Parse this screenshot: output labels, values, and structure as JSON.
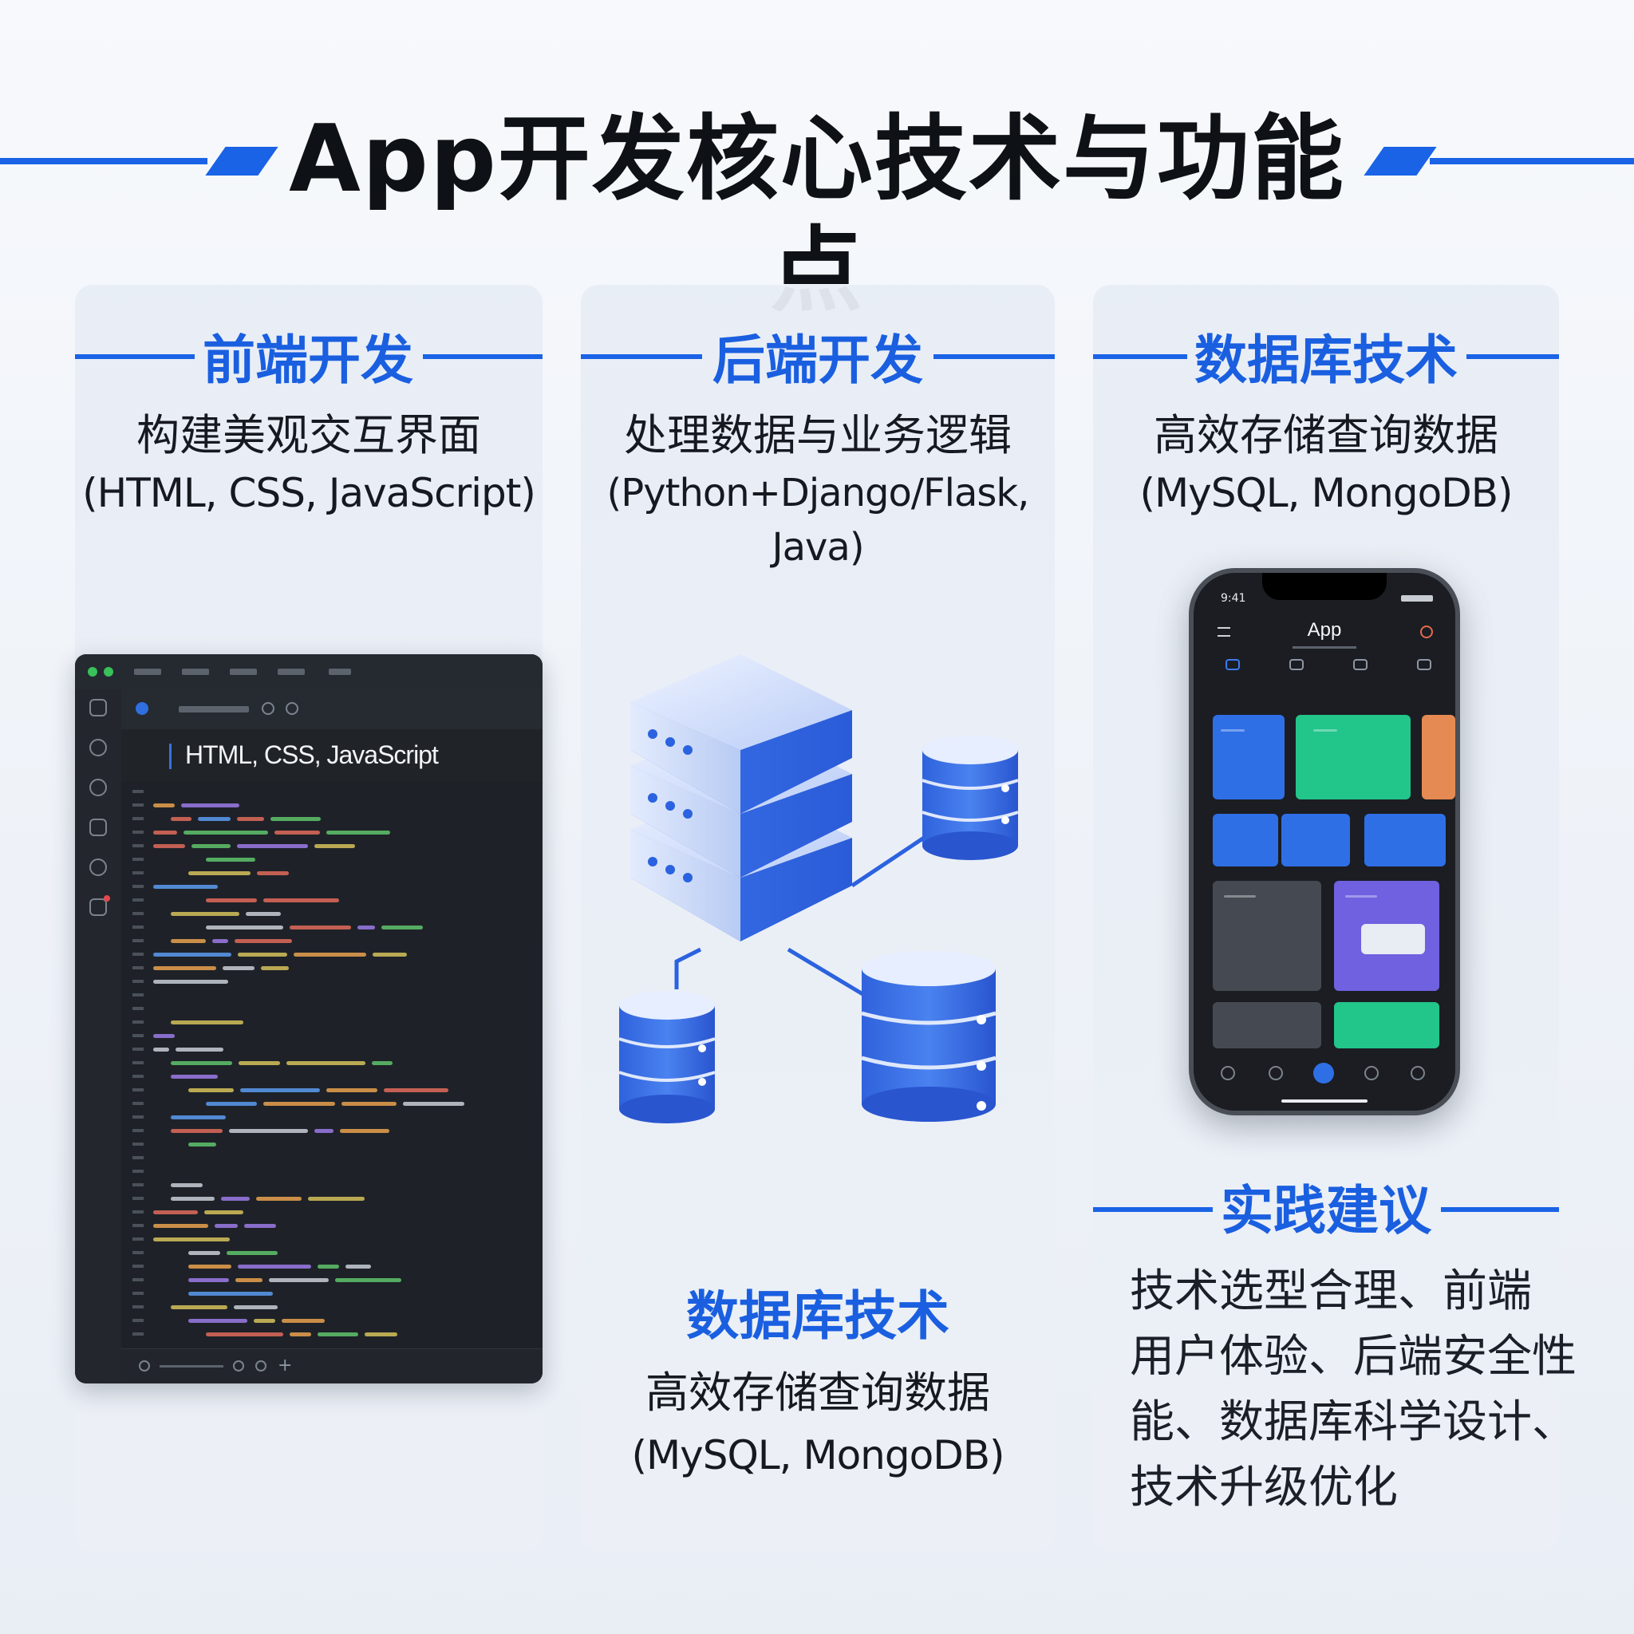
{
  "header": {
    "title": "App开发核心技术与功能点",
    "accent_color": "#1a63e6"
  },
  "frontend": {
    "title": "前端开发",
    "subtitle": "构建美观交互界面",
    "tech": "(HTML, CSS, JavaScript)",
    "editor": {
      "title": "HTML, CSS, JavaScript",
      "icon": "code-editor-illustration"
    }
  },
  "backend": {
    "title": "后端开发",
    "subtitle": "处理数据与业务逻辑",
    "tech": "(Python+Django/Flask, Java)",
    "illustration": "server-database-illustration"
  },
  "database_mid": {
    "title": "数据库技术",
    "subtitle": "高效存储查询数据",
    "tech": "(MySQL, MongoDB)"
  },
  "database": {
    "title": "数据库技术",
    "subtitle": "高效存储查询数据",
    "tech": "(MySQL, MongoDB)"
  },
  "phone": {
    "time": "9:41",
    "app_title": "App"
  },
  "practice": {
    "title": "实践建议",
    "lines": [
      "技术选型合理、前端",
      "用户体验、后端安全性",
      "能、数据库科学设计、",
      "技术升级优化"
    ]
  }
}
